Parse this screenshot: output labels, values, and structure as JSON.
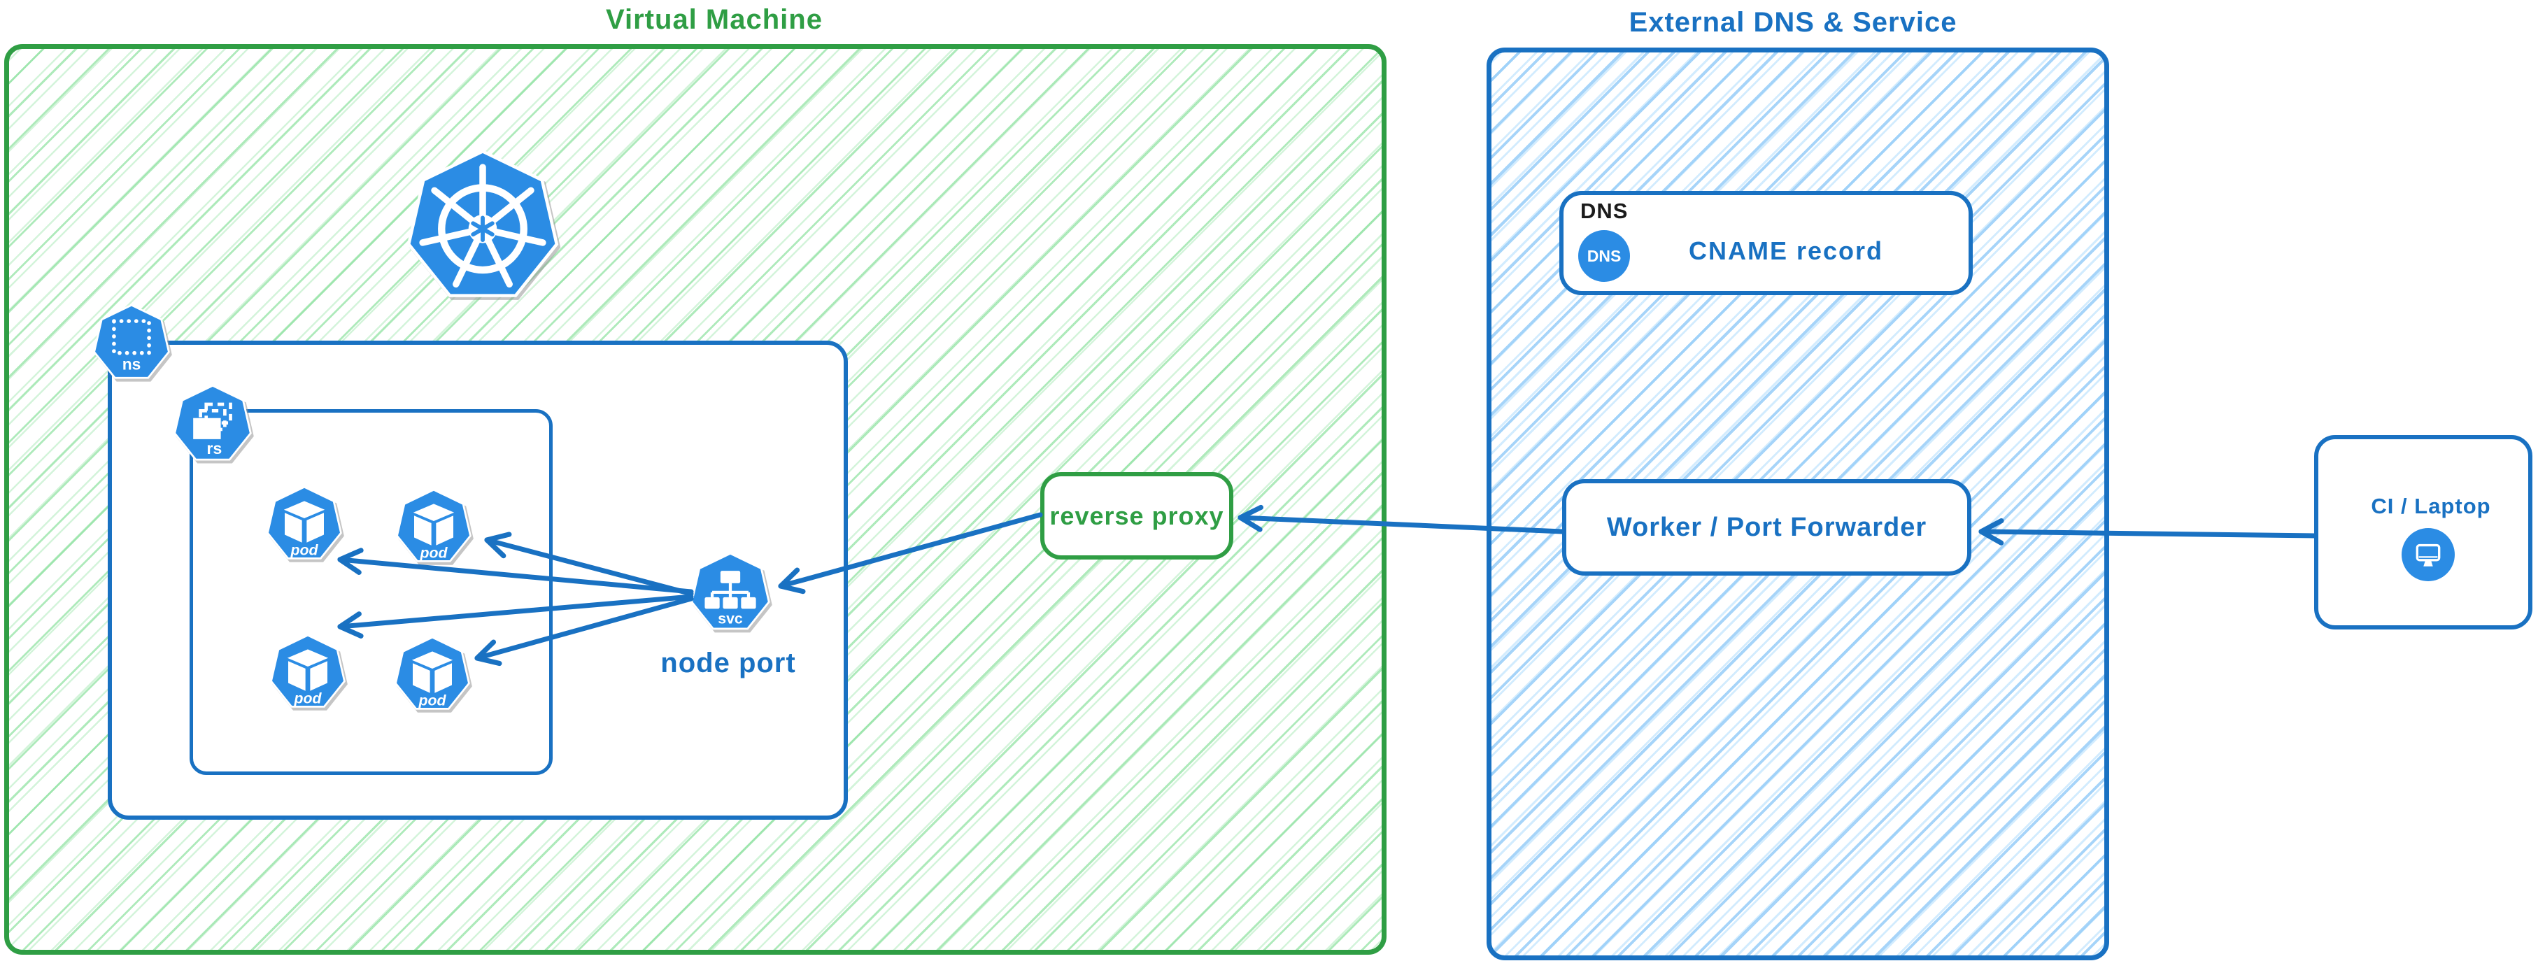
{
  "colors": {
    "green_stroke": "#2f9e44",
    "green_hatch": "#82de96",
    "blue_stroke": "#1971c2",
    "blue_hatch": "#96cdf8",
    "icon_blue": "#2b8ce4",
    "ink": "#1b1b1b"
  },
  "vm_region": {
    "title": "Virtual Machine"
  },
  "external_region": {
    "title": "External DNS & Service"
  },
  "namespace": {
    "icon_label": "ns"
  },
  "replicaset": {
    "icon_label": "rs"
  },
  "pods": {
    "icon_label": "pod"
  },
  "service": {
    "icon_label": "svc",
    "caption": "node port"
  },
  "reverse_proxy": {
    "label": "reverse proxy"
  },
  "dns_card": {
    "tag": "DNS",
    "badge": "DNS",
    "label": "CNAME record"
  },
  "worker_card": {
    "label": "Worker / Port Forwarder"
  },
  "ci_card": {
    "label": "CI / Laptop"
  }
}
